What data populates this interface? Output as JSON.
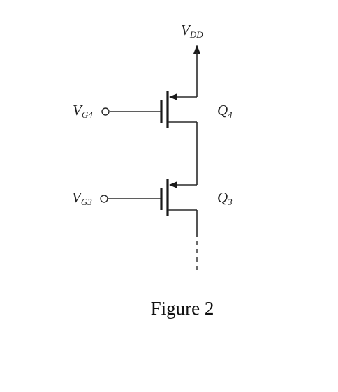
{
  "labels": {
    "vdd": {
      "main": "V",
      "sub": "DD"
    },
    "vg4": {
      "main": "V",
      "sub": "G4"
    },
    "vg3": {
      "main": "V",
      "sub": "G3"
    },
    "q4": {
      "main": "Q",
      "sub": "4"
    },
    "q3": {
      "main": "Q",
      "sub": "3"
    }
  },
  "caption": "Figure 2"
}
